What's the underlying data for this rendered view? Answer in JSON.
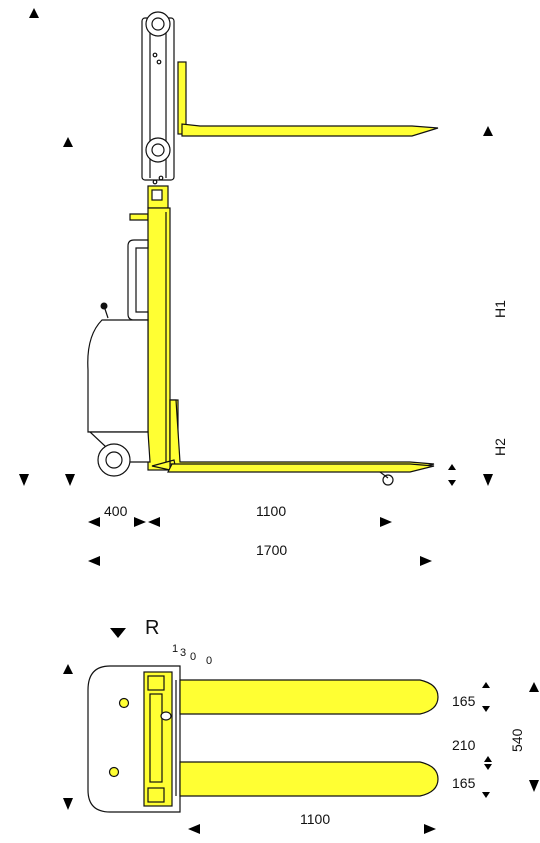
{
  "side_view": {
    "dim_400": "400",
    "dim_1100": "1100",
    "dim_1700": "1700",
    "dim_h1": "H1",
    "dim_h2": "H2"
  },
  "top_view": {
    "radius_label": "R",
    "radius_digits": [
      "1",
      "3",
      "0",
      "0"
    ],
    "dim_165_top": "165",
    "dim_210": "210",
    "dim_165_bottom": "165",
    "dim_540": "540",
    "dim_1100": "1100"
  },
  "colors": {
    "body_yellow": "#ffff33",
    "outline": "#111111"
  }
}
